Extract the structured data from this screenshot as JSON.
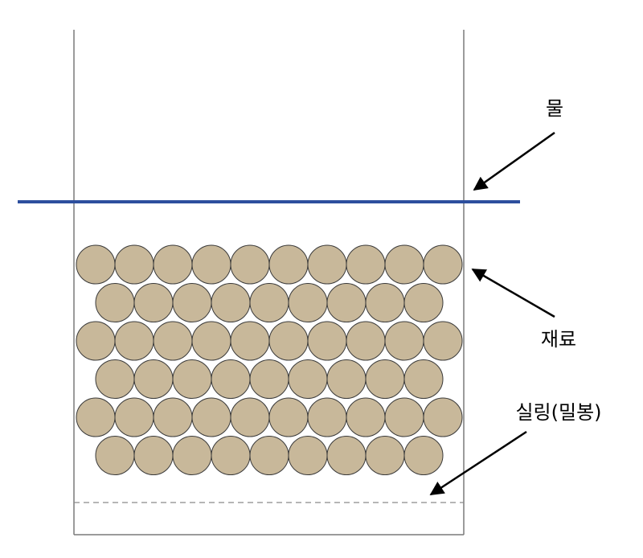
{
  "labels": {
    "water": "물",
    "material": "재료",
    "sealing": "실링(밀봉)"
  },
  "packing": {
    "rows": 6,
    "long_row_count": 10,
    "short_row_count": 9
  },
  "colors": {
    "water_line": "#2d4f9e",
    "particle_fill": "#c8b89a",
    "particle_stroke": "#3a3a3a",
    "container": "#7a7a7a",
    "seal": "#8a8a8a",
    "arrow": "#000000"
  }
}
